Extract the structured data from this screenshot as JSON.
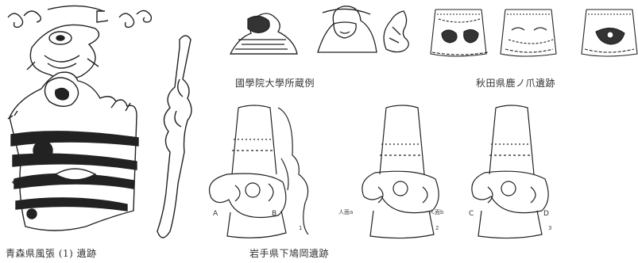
{
  "captions": {
    "aomori": "青森県風張 (1) 遺跡",
    "kokugakuin": "國學院大學所蔵例",
    "akita": "秋田県鹿ノ爪遺跡",
    "iwate": "岩手県下鳩岡遺跡"
  },
  "figure_labels": {
    "A": "A",
    "B": "B",
    "C": "C",
    "D": "D",
    "n1": "1",
    "n2": "2",
    "n3": "3",
    "left_face": "人面a",
    "right_face": "人面b"
  }
}
